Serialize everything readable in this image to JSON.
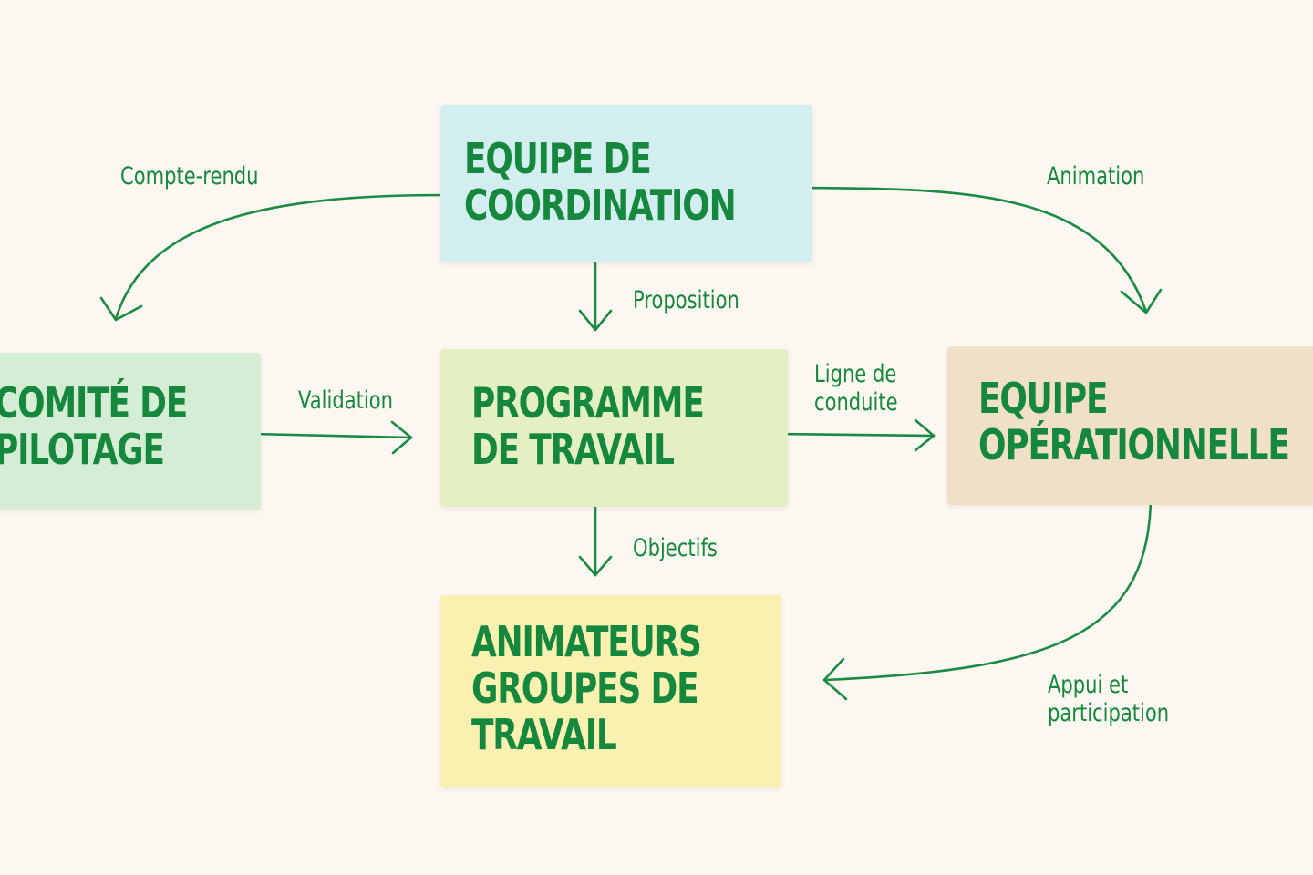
{
  "colors": {
    "background": "#fcf7f1",
    "text": "#16883d",
    "arrow": "#1b8a43"
  },
  "nodes": {
    "coordination": {
      "title": "EQUIPE DE\nCOORDINATION",
      "fill": "#d2eef0"
    },
    "comite": {
      "title": "COMITÉ DE\nPILOTAGE",
      "fill": "#d4edd4"
    },
    "programme": {
      "title": "PROGRAMME\nDE TRAVAIL",
      "fill": "#e4f0c2"
    },
    "operationnelle": {
      "title": "EQUIPE\nOPÉRATIONNELLE",
      "fill": "#f0e0c8"
    },
    "animateurs": {
      "title": "ANIMATEURS\nGROUPES DE\nTRAVAIL",
      "fill": "#faf1b1"
    }
  },
  "edges": {
    "compte_rendu": {
      "from": "coordination",
      "to": "comite",
      "label": "Compte-rendu"
    },
    "animation": {
      "from": "coordination",
      "to": "operationnelle",
      "label": "Animation"
    },
    "proposition": {
      "from": "coordination",
      "to": "programme",
      "label": "Proposition"
    },
    "validation": {
      "from": "comite",
      "to": "programme",
      "label": "Validation"
    },
    "ligne_conduite": {
      "from": "programme",
      "to": "operationnelle",
      "label": "Ligne de\nconduite"
    },
    "objectifs": {
      "from": "programme",
      "to": "animateurs",
      "label": "Objectifs"
    },
    "appui": {
      "from": "operationnelle",
      "to": "animateurs",
      "label": "Appui et\nparticipation"
    }
  }
}
